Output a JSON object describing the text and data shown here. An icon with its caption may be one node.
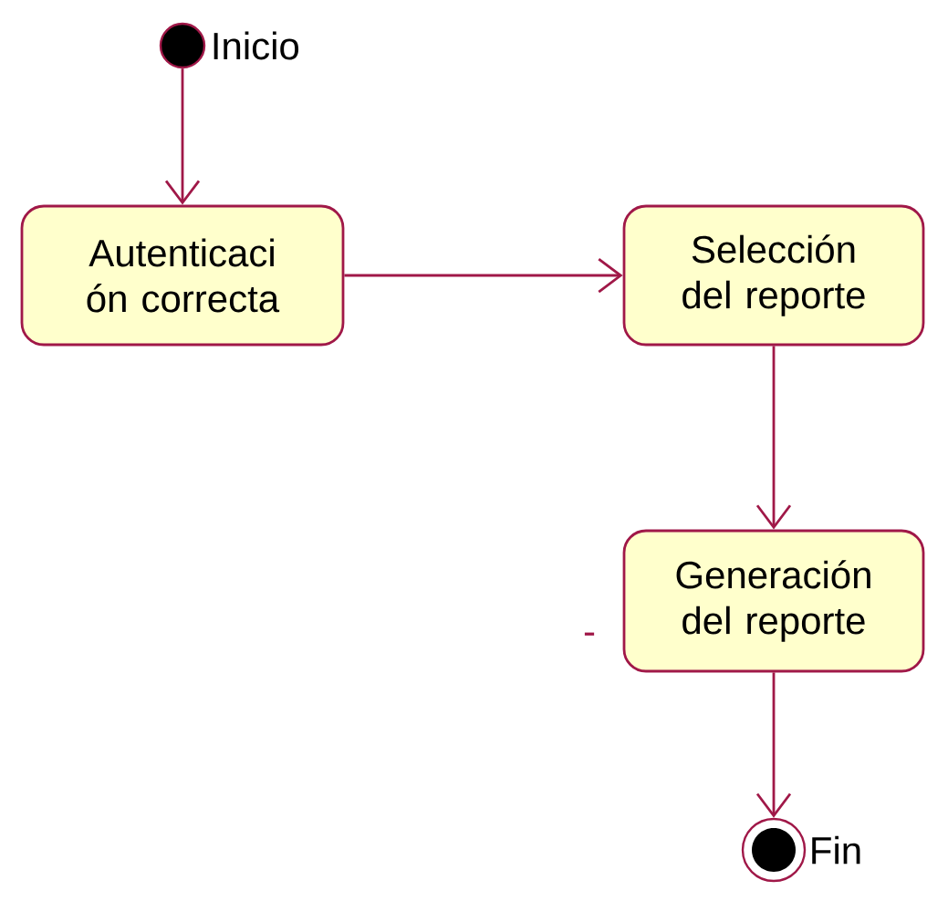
{
  "diagram": {
    "nodes": [
      {
        "text": [],
        "shape": "circle",
        "beside": [
          "Inicio"
        ]
      },
      {
        "text": [
          "Autenticaci ón correcta"
        ]
      },
      {
        "text": [
          "Selección del reporte"
        ]
      },
      {
        "text": [
          "Generación del reporte"
        ]
      },
      {
        "text": [],
        "shape": "bullseye",
        "beside": [
          "Fin"
        ]
      }
    ],
    "edges": [
      {
        "from": 0,
        "to": 1,
        "arrow": "to"
      },
      {
        "from": 1,
        "to": 2,
        "arrow": "to"
      },
      {
        "from": 2,
        "to": 3,
        "arrow": "to"
      },
      {
        "from": 3,
        "to": 4,
        "arrow": "to"
      }
    ],
    "labels": [
      "-"
    ]
  }
}
